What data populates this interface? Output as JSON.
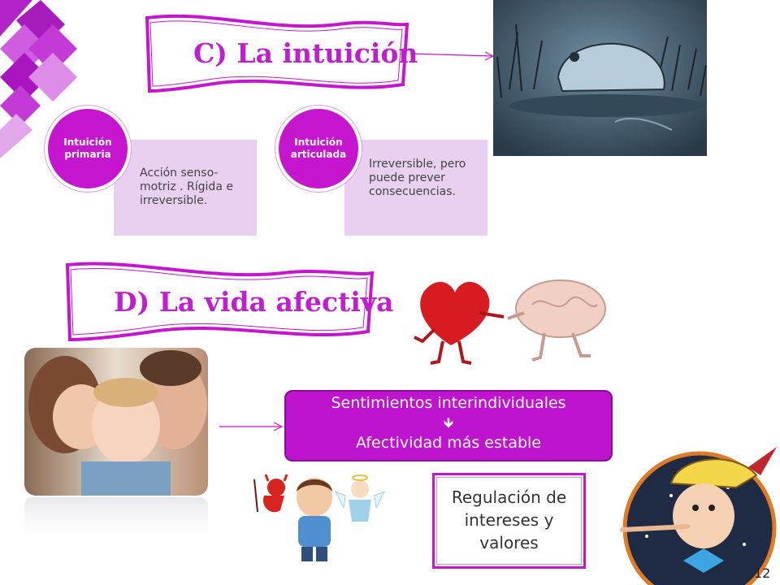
{
  "slide": {
    "section_c_title": "C) La intuición",
    "section_d_title": "D) La vida afectiva",
    "page_number": "12",
    "colors": {
      "accent": "#c515cf",
      "light": "#e9cff0",
      "dark": "#8a0a97"
    }
  },
  "intuition": {
    "primary": {
      "label": "Intuición primaria",
      "description": "Acción senso-motriz . Rígida e irreversible."
    },
    "articulated": {
      "label": "Intuición articulada",
      "description": "Irreversible, pero puede prever consecuencias."
    }
  },
  "affective": {
    "box_top": "Sentimientos interindividuales",
    "arrow": "🡻",
    "box_bottom": "Afectividad más estable",
    "regulation": "Regulación de intereses y valores"
  }
}
